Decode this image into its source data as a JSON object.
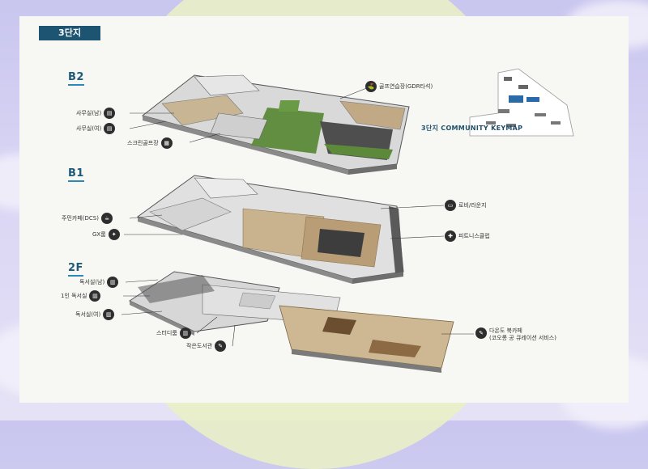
{
  "complex_tag": "3단지",
  "levels": {
    "b2": "B2",
    "b1": "B1",
    "f2": "2F"
  },
  "b2": {
    "golf": "골프연습장(GDR타석)",
    "office_m": "사무실(남)",
    "office_f": "사무실(여)",
    "screen_golf": "스크린골프장"
  },
  "b1": {
    "cafe": "주민카페(DCS)",
    "gx": "GX룸",
    "lounge": "로비/라운지",
    "fitness": "피트니스클럽"
  },
  "f2": {
    "study_m": "독서실(남)",
    "single_study": "1인 독서실",
    "study_f": "독서실(여)",
    "study_room": "스터디룸",
    "small_library": "작은도서관",
    "book_cafe_line1": "다온도 북카페",
    "book_cafe_line2": "(코오롱 공 큐레이션 서비스)"
  },
  "keymap": {
    "title": "3단지 COMMUNITY KEYMAP"
  },
  "icons": {
    "golf": "golf-icon",
    "office": "office-icon",
    "screen": "screen-icon",
    "cafe": "cafe-icon",
    "gx": "gx-icon",
    "lounge": "lounge-icon",
    "fitness": "fitness-icon",
    "study": "study-icon",
    "book": "book-icon"
  },
  "colors": {
    "tag_bg": "#1d5472",
    "level_text": "#1e5a7a",
    "grass": "#5c8a3a"
  }
}
